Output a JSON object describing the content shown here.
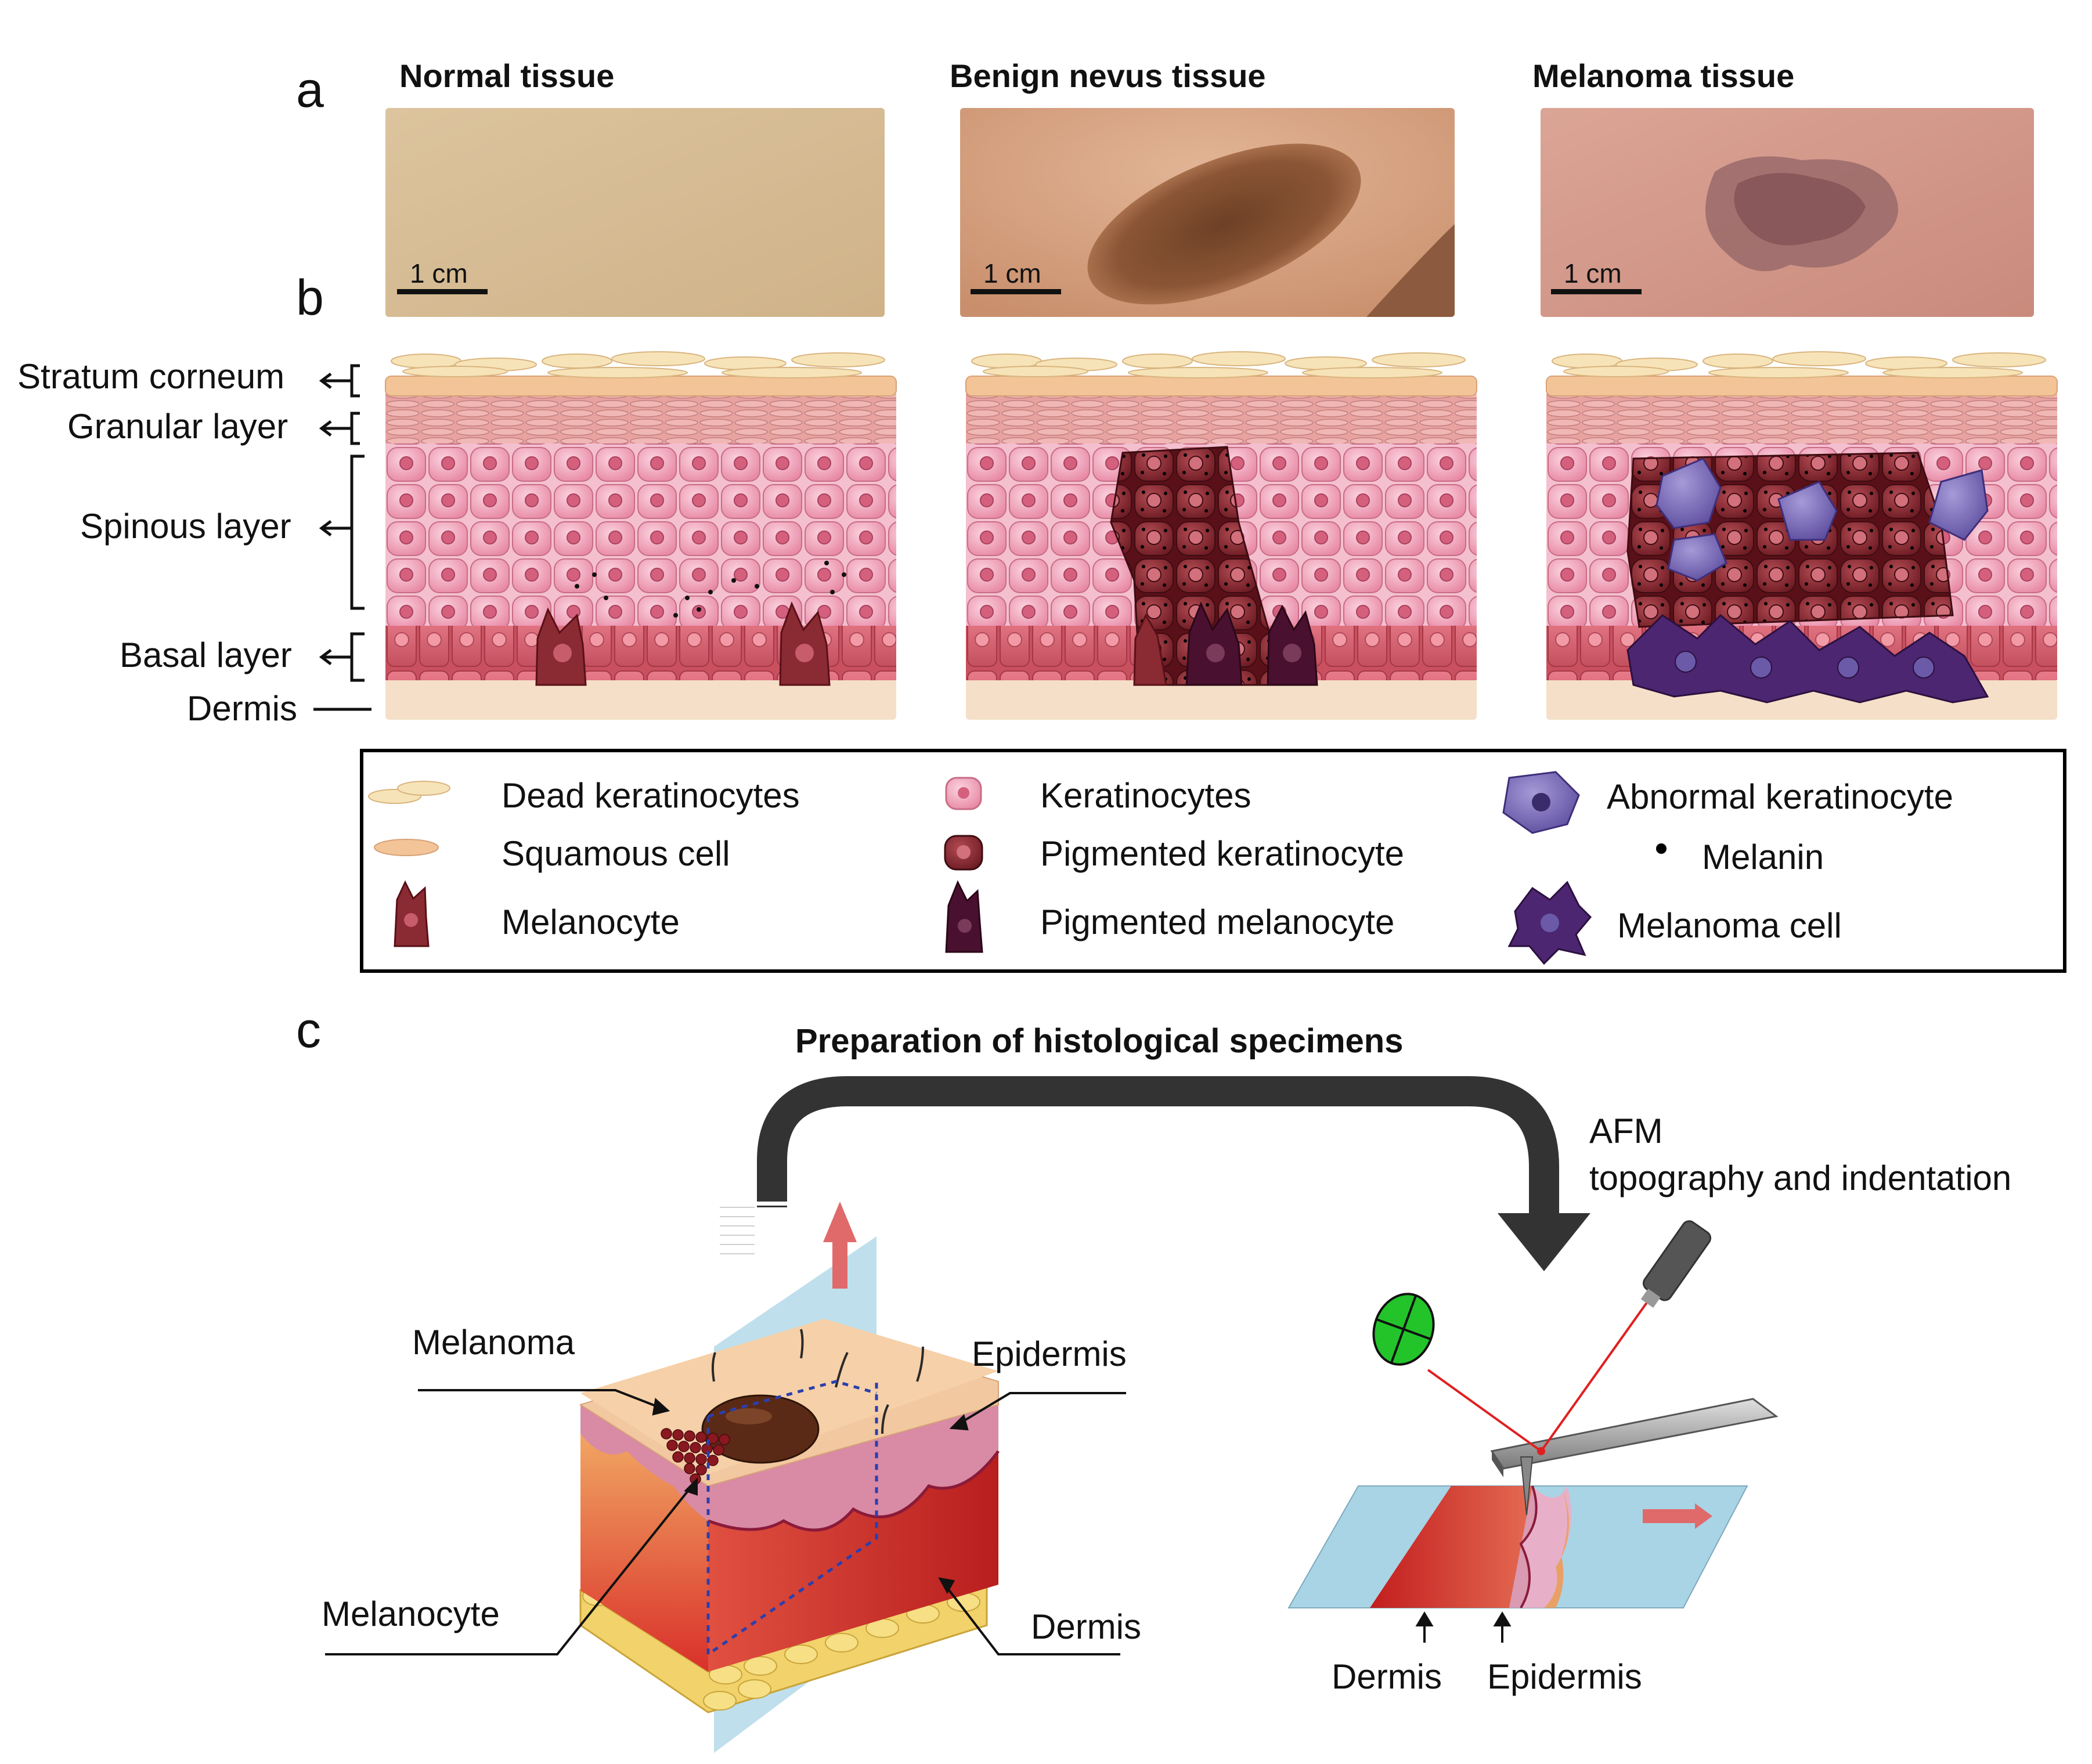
{
  "panel_a": {
    "letter": "a",
    "photos": [
      {
        "title": "Normal tissue",
        "scale": "1 cm"
      },
      {
        "title": "Benign nevus tissue",
        "scale": "1 cm"
      },
      {
        "title": "Melanoma tissue",
        "scale": "1 cm"
      }
    ]
  },
  "panel_b": {
    "letter": "b",
    "layers": {
      "stratum_corneum": "Stratum corneum",
      "granular": "Granular layer",
      "spinous": "Spinous layer",
      "basal": "Basal layer",
      "dermis": "Dermis"
    },
    "legend": {
      "dead_keratinocytes": "Dead keratinocytes",
      "squamous_cell": "Squamous cell",
      "melanocyte": "Melanocyte",
      "keratinocytes": "Keratinocytes",
      "pigmented_keratinocyte": "Pigmented keratinocyte",
      "pigmented_melanocyte": "Pigmented melanocyte",
      "abnormal_keratinocyte": "Abnormal keratinocyte",
      "melanin": "Melanin",
      "melanoma_cell": "Melanoma cell"
    }
  },
  "panel_c": {
    "letter": "c",
    "title": "Preparation of histological specimens",
    "afm_line1": "AFM",
    "afm_line2": "topography and indentation",
    "block_labels": {
      "melanoma": "Melanoma",
      "epidermis": "Epidermis",
      "melanocyte": "Melanocyte",
      "dermis": "Dermis"
    },
    "slide_labels": {
      "dermis": "Dermis",
      "epidermis": "Epidermis"
    }
  },
  "colors": {
    "skin_normal": "#d8bf96",
    "skin_nevus": "#d9a98a",
    "skin_melanoma": "#d9a394",
    "keratinocyte": "#f1a9bf",
    "pigmented": "#8a2a32",
    "abnormal": "#7b6bb8",
    "melanoma_cell": "#5a3277",
    "dermis": "#f5dfc8",
    "arrow_dark": "#333333",
    "arrow_red": "#e06a6a",
    "slide_blue": "#a9d4e6",
    "laser_red": "#e02020",
    "detector_green": "#22c42a"
  }
}
